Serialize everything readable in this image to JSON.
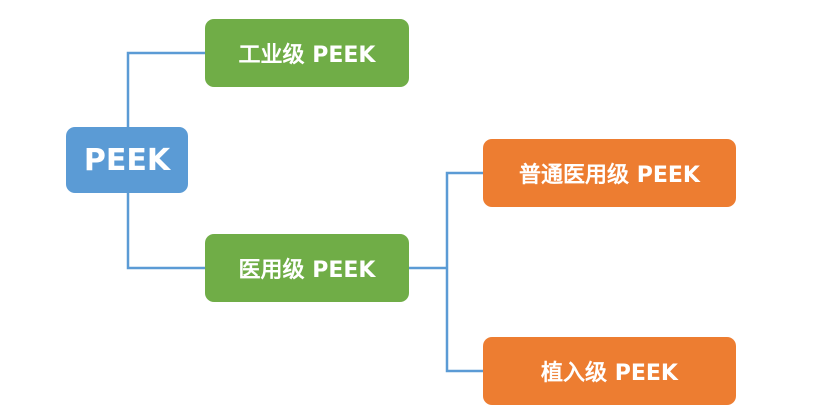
{
  "diagram": {
    "root": {
      "label": "PEEK"
    },
    "branches": [
      {
        "label": "工业级 PEEK"
      },
      {
        "label": "医用级 PEEK",
        "children": [
          {
            "label": "普通医用级 PEEK"
          },
          {
            "label": "植入级 PEEK"
          }
        ]
      }
    ]
  },
  "colors": {
    "root": "#5b9bd5",
    "branch": "#70ad47",
    "leaf": "#ed7d31",
    "connector": "#5b9bd5",
    "text": "#ffffff"
  }
}
